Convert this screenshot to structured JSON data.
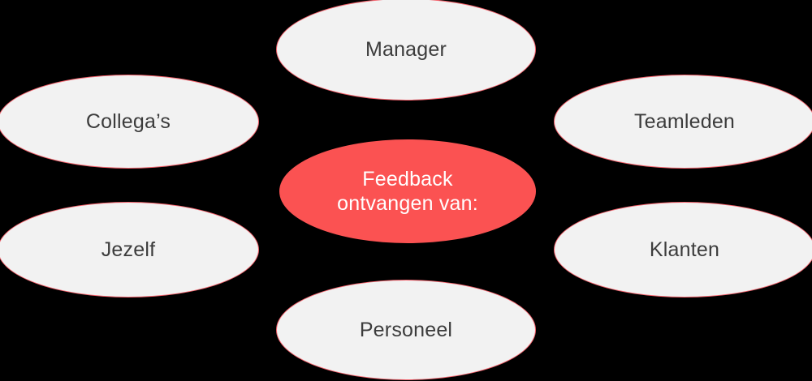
{
  "diagram": {
    "type": "hub-and-spoke",
    "background_color": "#000000",
    "center": {
      "label": "Feedback\nontvangen van:",
      "fill_color": "#fb5252",
      "text_color": "#ffffff"
    },
    "satellite_style": {
      "fill_color": "#f2f2f2",
      "border_color": "#f4626c",
      "text_color": "#3c3c3c"
    },
    "satellites": [
      {
        "id": "manager",
        "label": "Manager"
      },
      {
        "id": "collegas",
        "label": "Collega’s"
      },
      {
        "id": "teamleden",
        "label": "Teamleden"
      },
      {
        "id": "jezelf",
        "label": "Jezelf"
      },
      {
        "id": "klanten",
        "label": "Klanten"
      },
      {
        "id": "personeel",
        "label": "Personeel"
      }
    ]
  }
}
